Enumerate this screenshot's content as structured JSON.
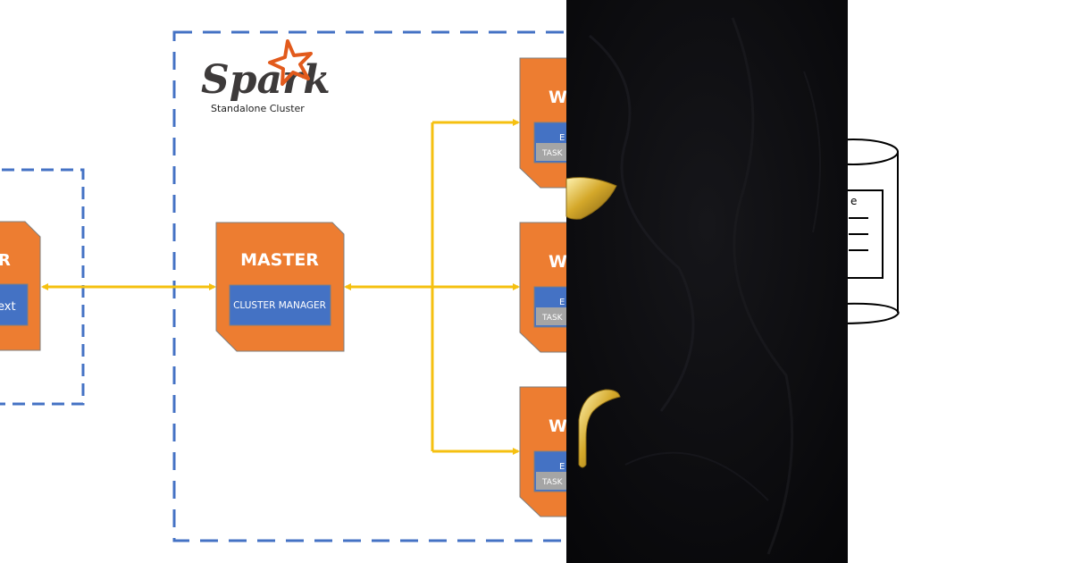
{
  "cluster": {
    "logo_text": "Spark",
    "subtitle": "Standalone Cluster"
  },
  "driver": {
    "title_fragment": "R",
    "inner_fragment": "ext"
  },
  "master": {
    "title": "MASTER",
    "inner": "CLUSTER MANAGER"
  },
  "workers": [
    {
      "title_fragment": "W",
      "inner_fragment": "E",
      "task": "TASK"
    },
    {
      "title_fragment": "W",
      "inner_fragment": "E",
      "task": "TASK"
    },
    {
      "title_fragment": "W",
      "inner_fragment": "E",
      "task": "TASK"
    }
  ],
  "storage": {
    "label_fragment": "e"
  },
  "colors": {
    "node_fill": "#ED7D31",
    "node_stroke": "#7f7f7f",
    "inner_fill": "#4472C4",
    "task_fill": "#A5A5A5",
    "arrow": "#F5C010",
    "dashed_border": "#4472C4",
    "overlay": "#0b0b0d",
    "gold": "#d4a82a"
  }
}
